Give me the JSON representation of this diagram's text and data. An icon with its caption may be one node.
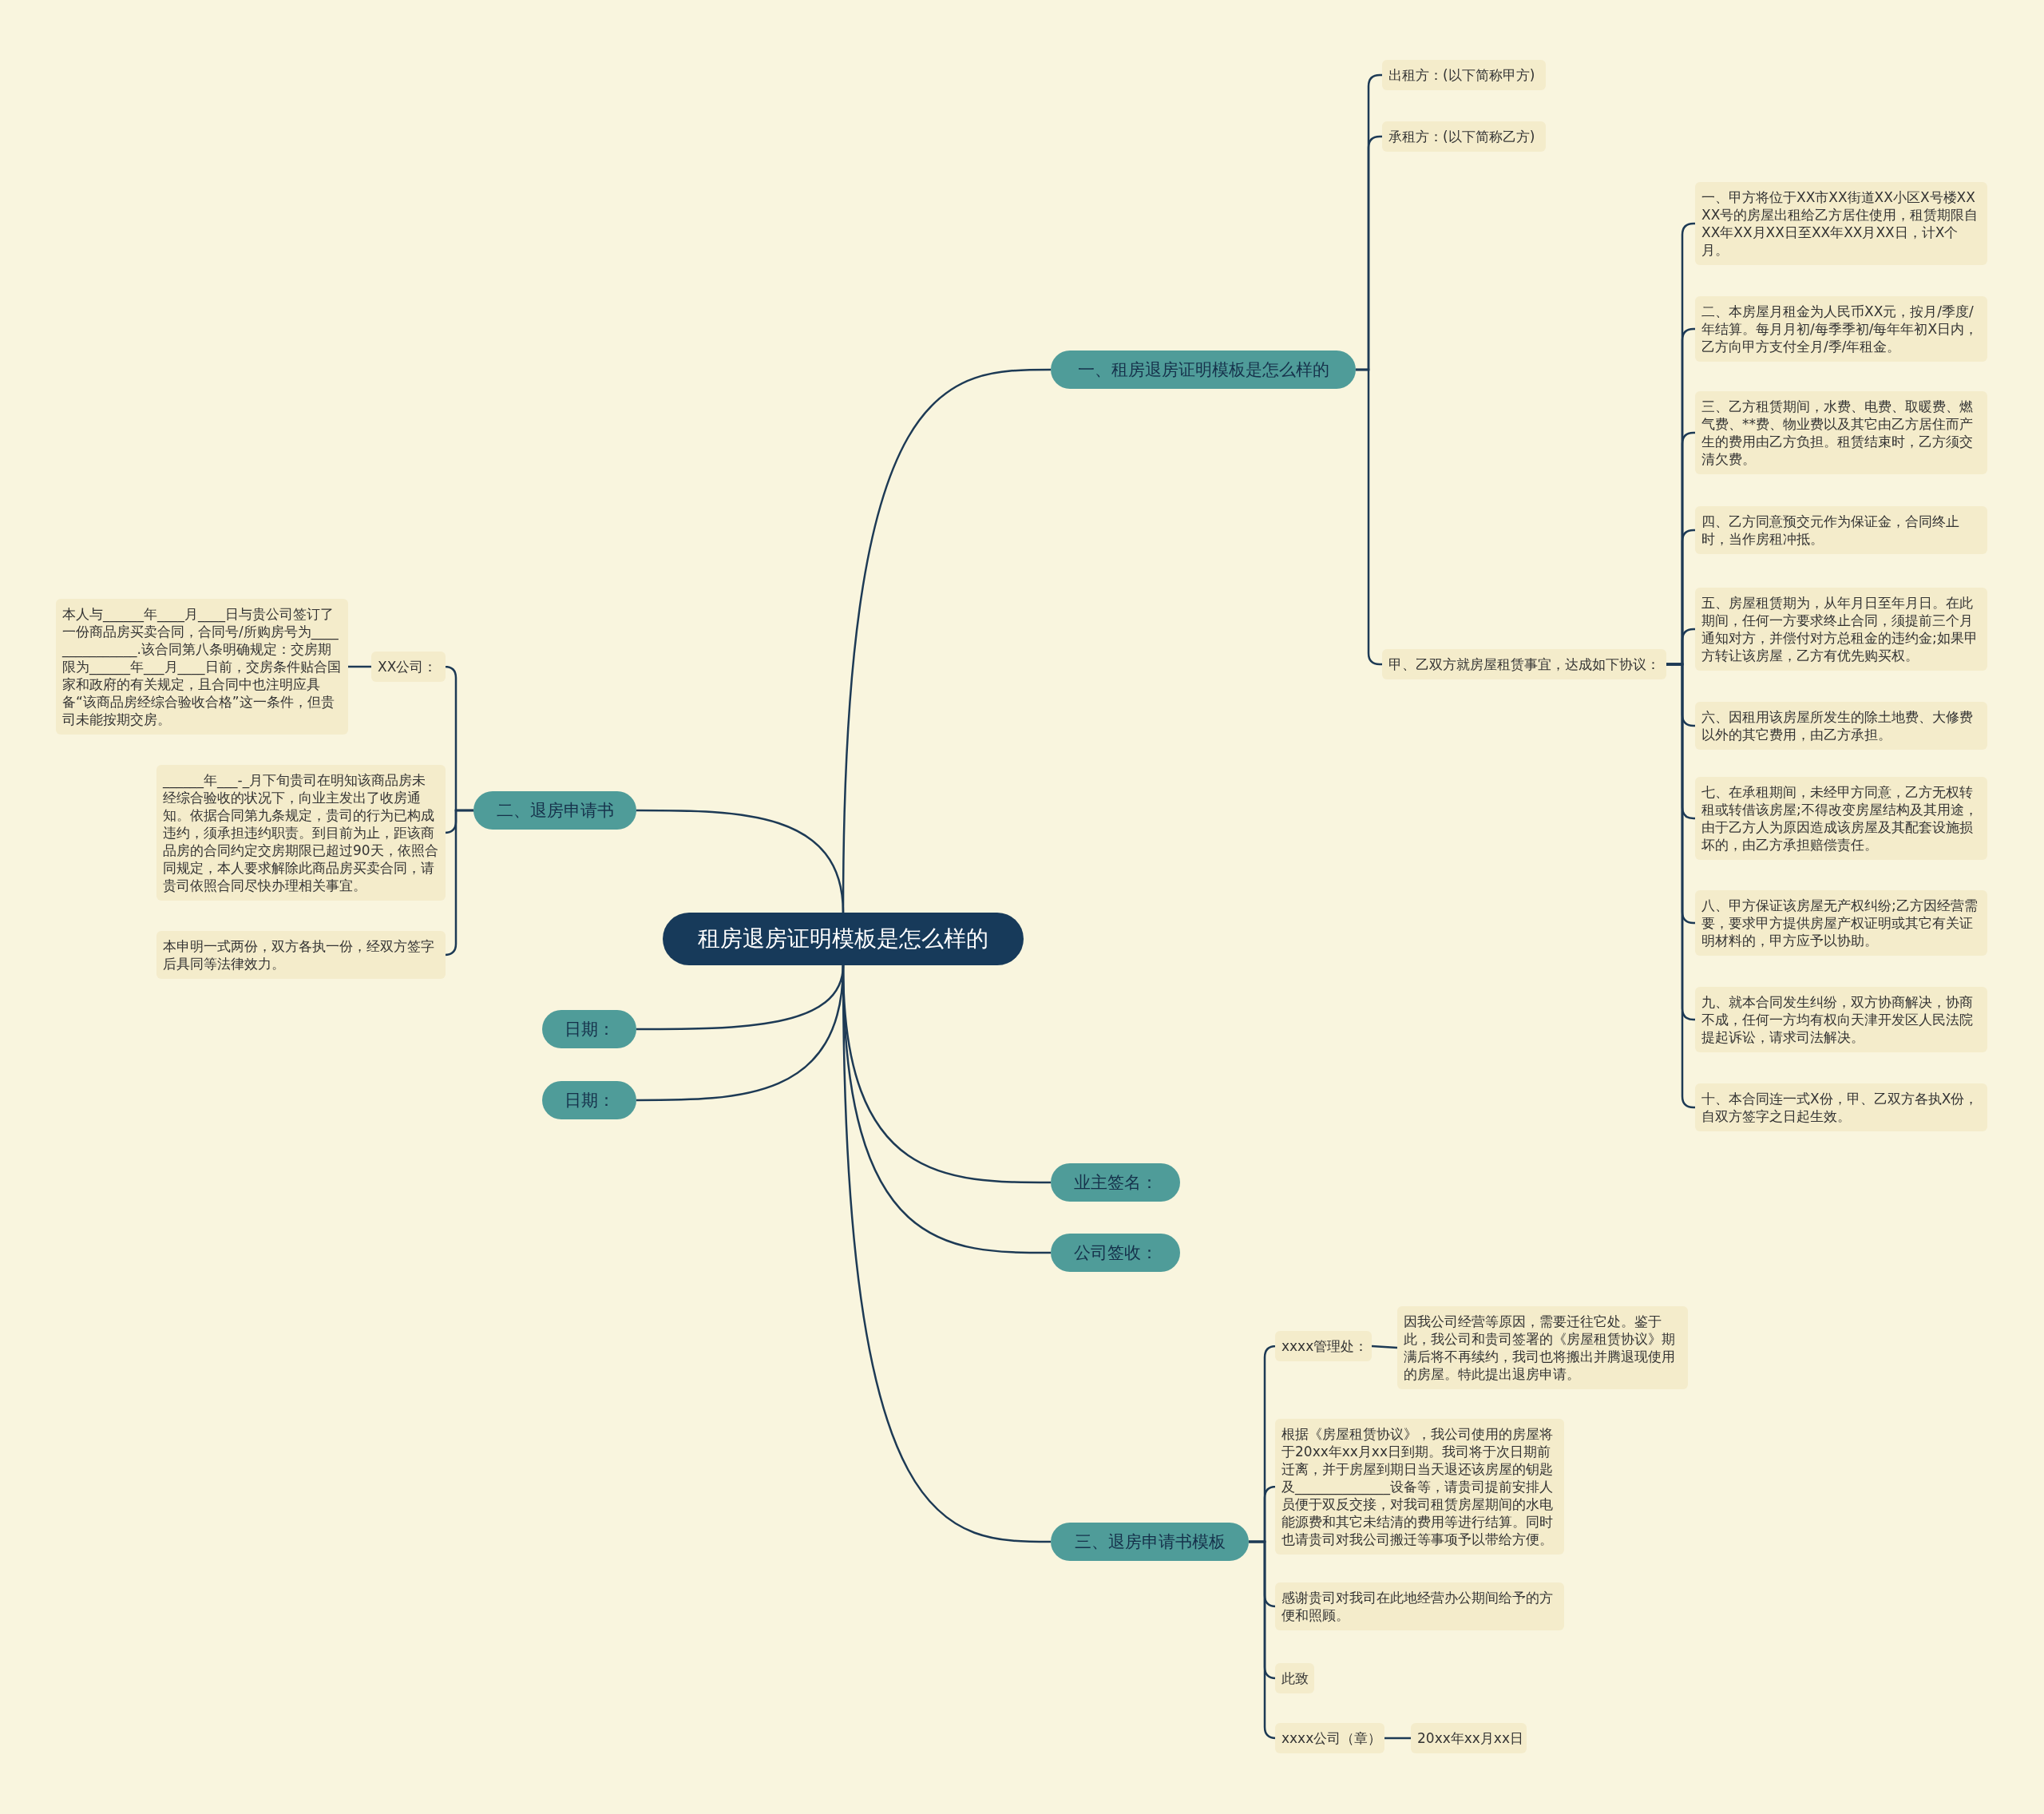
{
  "diagram": {
    "nodes": [
      {
        "text": [
          "租房退房证明模板是怎么样的"
        ]
      },
      {
        "text": [
          "一、租房退房证明模板是怎么样的"
        ]
      },
      {
        "text": [
          "出租方：(以下简称甲方)"
        ]
      },
      {
        "text": [
          "承租方：(以下简称乙方)"
        ]
      },
      {
        "text": [
          "甲、乙双方就房屋租赁事宜，达成如下协议："
        ]
      },
      {
        "text": [
          "一、甲方将位于XX市XX街道XX小区X号楼XXXX号的房屋出租给乙方居住使用，租赁期限自XX年XX月XX日至XX年XX月XX日，计X个月。"
        ]
      },
      {
        "text": [
          "二、本房屋月租金为人民币XX元，按月/季度/年结算。每月月初/每季季初/每年年初X日内，乙方向甲方支付全月/季/年租金。"
        ]
      },
      {
        "text": [
          "三、乙方租赁期间，水费、电费、取暖费、燃气费、**费、物业费以及其它由乙方居住而产生的费用由乙方负担。租赁结束时，乙方须交清欠费。"
        ]
      },
      {
        "text": [
          "四、乙方同意预交元作为保证金，合同终止时，当作房租冲抵。"
        ]
      },
      {
        "text": [
          "五、房屋租赁期为，从年月日至年月日。在此期间，任何一方要求终止合同，须提前三个月通知对方，并偿付对方总租金的违约金;如果甲方转让该房屋，乙方有优先购买权。"
        ]
      },
      {
        "text": [
          "六、因租用该房屋所发生的除土地费、大修费以外的其它费用，由乙方承担。"
        ]
      },
      {
        "text": [
          "七、在承租期间，未经甲方同意，乙方无权转租或转借该房屋;不得改变房屋结构及其用途，由于乙方人为原因造成该房屋及其配套设施损坏的，由乙方承担赔偿责任。"
        ]
      },
      {
        "text": [
          "八、甲方保证该房屋无产权纠纷;乙方因经营需要，要求甲方提供房屋产权证明或其它有关证明材料的，甲方应予以协助。"
        ]
      },
      {
        "text": [
          "九、就本合同发生纠纷，双方协商解决，协商不成，任何一方均有权向天津开发区人民法院提起诉讼，请求司法解决。"
        ]
      },
      {
        "text": [
          "十、本合同连一式X份，甲、乙双方各执X份，自双方签字之日起生效。"
        ]
      },
      {
        "text": [
          "二、退房申请书"
        ]
      },
      {
        "text": [
          "XX公司："
        ]
      },
      {
        "text": [
          "本人与______年____月____日与贵公司签订了一份商品房买卖合同，合同号/所购房号为_______________.该合同第八条明确规定：交房期限为______年___月____日前，交房条件贴合国家和政府的有关规定，且合同中也注明应具备“该商品房经综合验收合格”这一条件，但贵司未能按期交房。"
        ]
      },
      {
        "text": [
          "______年___-_月下旬贵司在明知该商品房未经综合验收的状况下，向业主发出了收房通知。依据合同第九条规定，贵司的行为已构成违约，须承担违约职责。到目前为止，距该商品房的合同约定交房期限已超过90天，依照合同规定，本人要求解除此商品房买卖合同，请贵司依照合同尽快办理相关事宜。"
        ]
      },
      {
        "text": [
          "本申明一式两份，双方各执一份，经双方签字后具同等法律效力。"
        ]
      },
      {
        "text": [
          "日期："
        ]
      },
      {
        "text": [
          "日期："
        ]
      },
      {
        "text": [
          "业主签名："
        ]
      },
      {
        "text": [
          "公司签收："
        ]
      },
      {
        "text": [
          "三、退房申请书模板"
        ]
      },
      {
        "text": [
          "xxxx管理处："
        ]
      },
      {
        "text": [
          "因我公司经营等原因，需要迁往它处。鉴于此，我公司和贵司签署的《房屋租赁协议》期满后将不再续约，我司也将搬出并腾退现使用的房屋。特此提出退房申请。"
        ]
      },
      {
        "text": [
          "根据《房屋租赁协议》，我公司使用的房屋将于20xx年xx月xx日到期。我司将于次日期前迁离，并于房屋到期日当天退还该房屋的钥匙及______________设备等，请贵司提前安排人员便于双反交接，对我司租赁房屋期间的水电能源费和其它未结清的费用等进行结算。同时也请贵司对我公司搬迁等事项予以带给方便。"
        ]
      },
      {
        "text": [
          "感谢贵司对我司在此地经营办公期间给予的方便和照顾。"
        ]
      },
      {
        "text": [
          "此致"
        ]
      },
      {
        "text": [
          "xxxx公司（章）"
        ]
      },
      {
        "text": [
          "20xx年xx月xx日"
        ]
      }
    ],
    "edges": [
      {
        "from": 0,
        "to": 1,
        "arrow": "none"
      },
      {
        "from": 0,
        "to": 15,
        "arrow": "none"
      },
      {
        "from": 0,
        "to": 20,
        "arrow": "none"
      },
      {
        "from": 0,
        "to": 21,
        "arrow": "none"
      },
      {
        "from": 0,
        "to": 22,
        "arrow": "none"
      },
      {
        "from": 0,
        "to": 23,
        "arrow": "none"
      },
      {
        "from": 0,
        "to": 24,
        "arrow": "none"
      },
      {
        "from": 1,
        "to": 2,
        "arrow": "none"
      },
      {
        "from": 1,
        "to": 3,
        "arrow": "none"
      },
      {
        "from": 1,
        "to": 4,
        "arrow": "none"
      },
      {
        "from": 4,
        "to": 5,
        "arrow": "none"
      },
      {
        "from": 4,
        "to": 6,
        "arrow": "none"
      },
      {
        "from": 4,
        "to": 7,
        "arrow": "none"
      },
      {
        "from": 4,
        "to": 8,
        "arrow": "none"
      },
      {
        "from": 4,
        "to": 9,
        "arrow": "none"
      },
      {
        "from": 4,
        "to": 10,
        "arrow": "none"
      },
      {
        "from": 4,
        "to": 11,
        "arrow": "none"
      },
      {
        "from": 4,
        "to": 12,
        "arrow": "none"
      },
      {
        "from": 4,
        "to": 13,
        "arrow": "none"
      },
      {
        "from": 4,
        "to": 14,
        "arrow": "none"
      },
      {
        "from": 15,
        "to": 16,
        "arrow": "none"
      },
      {
        "from": 15,
        "to": 18,
        "arrow": "none"
      },
      {
        "from": 15,
        "to": 19,
        "arrow": "none"
      },
      {
        "from": 16,
        "to": 17,
        "arrow": "none"
      },
      {
        "from": 24,
        "to": 25,
        "arrow": "none"
      },
      {
        "from": 24,
        "to": 27,
        "arrow": "none"
      },
      {
        "from": 24,
        "to": 28,
        "arrow": "none"
      },
      {
        "from": 24,
        "to": 29,
        "arrow": "none"
      },
      {
        "from": 24,
        "to": 30,
        "arrow": "none"
      },
      {
        "from": 25,
        "to": 26,
        "arrow": "none"
      },
      {
        "from": 30,
        "to": 31,
        "arrow": "none"
      }
    ]
  }
}
